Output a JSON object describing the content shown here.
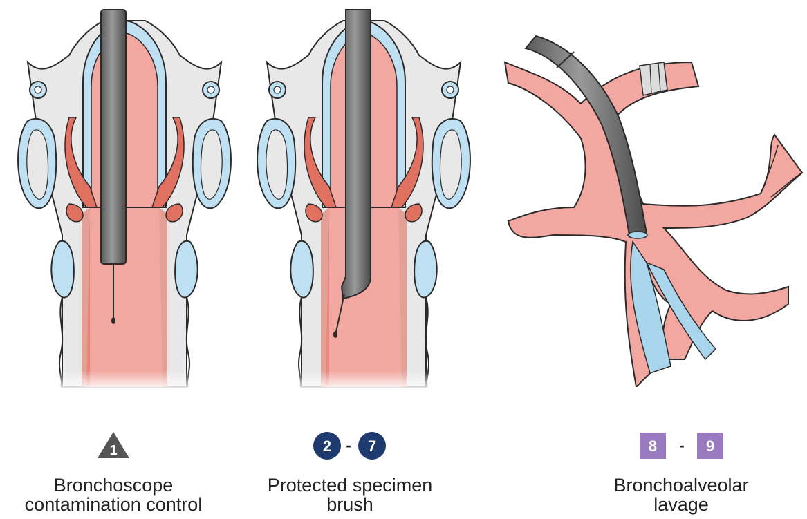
{
  "colors": {
    "tissue_pink": "#f2a7a0",
    "tissue_red": "#e07060",
    "cartilage_blue": "#bfe0f3",
    "outline": "#2a2a2a",
    "scope_gray": "#7a7a7a",
    "scope_dark": "#444444",
    "fluid_blue": "#a9d6ec",
    "triangle_gray": "#555555",
    "circle_navy": "#1e3a6e",
    "square_purple": "#9b7bc0",
    "neck_gray": "#e6e6e6"
  },
  "panels": [
    {
      "badge": {
        "shape": "triangle",
        "labels": [
          "1"
        ],
        "separator": ""
      },
      "caption": [
        "Bronchoscope",
        "contamination control"
      ]
    },
    {
      "badge": {
        "shape": "circle",
        "labels": [
          "2",
          "7"
        ],
        "separator": "-"
      },
      "caption": [
        "Protected specimen",
        "brush"
      ]
    },
    {
      "badge": {
        "shape": "square",
        "labels": [
          "8",
          "9"
        ],
        "separator": "-"
      },
      "caption": [
        "Bronchoalveolar",
        "lavage"
      ]
    }
  ]
}
